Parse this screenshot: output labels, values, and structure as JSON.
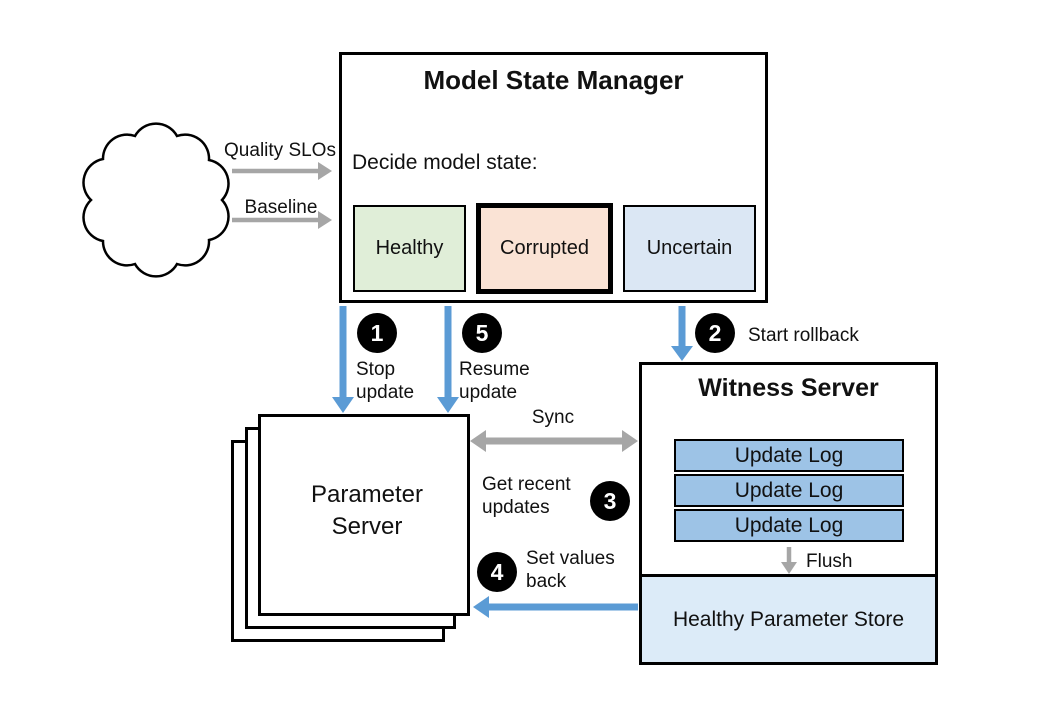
{
  "inputs": {
    "quality_slos": "Quality SLOs",
    "baseline": "Baseline"
  },
  "model_state_manager": {
    "title": "Model State Manager",
    "subtitle": "Decide model state:",
    "states": [
      {
        "label": "Healthy",
        "color": "#e0eed8",
        "emphasized": false
      },
      {
        "label": "Corrupted",
        "color": "#fae3d5",
        "emphasized": true
      },
      {
        "label": "Uncertain",
        "color": "#dbe7f4",
        "emphasized": false
      }
    ]
  },
  "parameter_server": {
    "title": "Parameter Server",
    "stacked_instances": 3
  },
  "witness_server": {
    "title": "Witness Server",
    "update_logs": [
      "Update Log",
      "Update Log",
      "Update Log"
    ],
    "flush_label": "Flush",
    "healthy_parameter_store_label": "Healthy Parameter Store"
  },
  "flows": {
    "sync_label": "Sync",
    "steps": [
      {
        "number": "1",
        "label": "Stop update"
      },
      {
        "number": "2",
        "label": "Start rollback"
      },
      {
        "number": "3",
        "label": "Get recent updates"
      },
      {
        "number": "4",
        "label": "Set values back"
      },
      {
        "number": "5",
        "label": "Resume update"
      }
    ]
  },
  "colors": {
    "flow_blue": "#5b9bd5",
    "flow_gray": "#a6a6a6",
    "update_log_fill": "#9dc3e6",
    "healthy_store_fill": "#dcebf8",
    "healthy_state_fill": "#e0eed8",
    "corrupted_state_fill": "#fae3d5",
    "uncertain_state_fill": "#dbe7f4"
  }
}
